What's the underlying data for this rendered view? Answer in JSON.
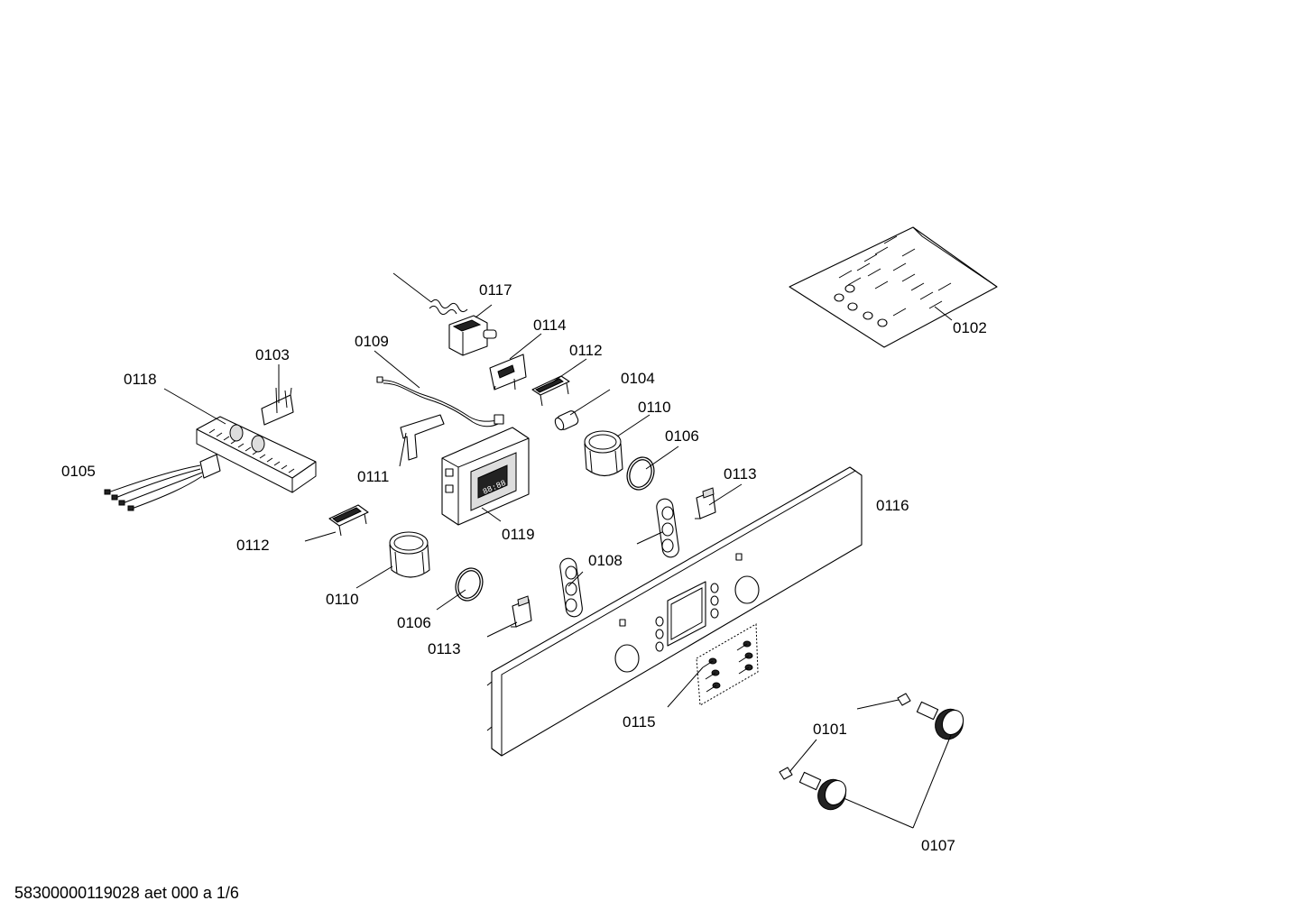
{
  "diagram": {
    "part_labels": {
      "p0117": "0117",
      "p0114": "0114",
      "p0112a": "0112",
      "p0104": "0104",
      "p0110a": "0110",
      "p0106a": "0106",
      "p0113a": "0113",
      "p0116": "0116",
      "p0109": "0109",
      "p0103": "0103",
      "p0118": "0118",
      "p0105": "0105",
      "p0111": "0111",
      "p0119": "0119",
      "p0112b": "0112",
      "p0110b": "0110",
      "p0106b": "0106",
      "p0113b": "0113",
      "p0108": "0108",
      "p0115": "0115",
      "p0101": "0101",
      "p0107": "0107",
      "p0102": "0102"
    },
    "display_text": "88:88"
  },
  "footer": {
    "document_id": "58300000119028 aet 000 a 1/6"
  }
}
